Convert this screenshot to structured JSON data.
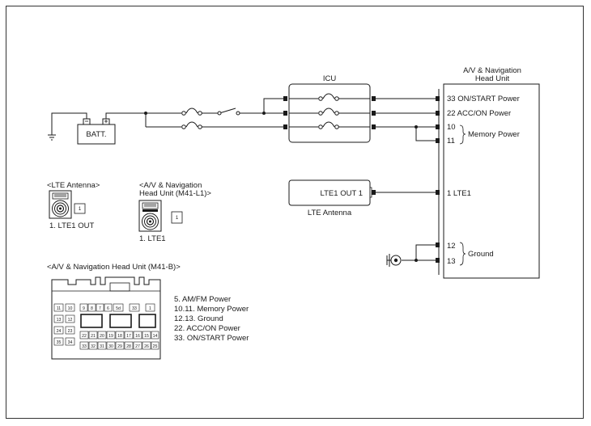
{
  "battery": {
    "label": "BATT."
  },
  "icu": {
    "label": "ICU"
  },
  "head_unit": {
    "title_line1": "A/V & Navigation",
    "title_line2": "Head Unit",
    "pins": {
      "p33": "33 ON/START Power",
      "p22": "22 ACC/ON Power",
      "p10": "10",
      "p11": "11",
      "memory": "Memory Power",
      "p1": "1 LTE1",
      "p12": "12",
      "p13": "13",
      "ground": "Ground"
    }
  },
  "lte_antenna": {
    "pin_label": "LTE1 OUT 1",
    "caption": "LTE Antenna"
  },
  "connectors": {
    "lte": {
      "title": "<LTE Antenna>",
      "pin": "1. LTE1 OUT",
      "num": "1"
    },
    "m41l1": {
      "title1": "<A/V & Navigation",
      "title2": "Head Unit (M41-L1)>",
      "pin": "1. LTE1",
      "num": "1"
    },
    "m41b": {
      "title": "<A/V & Navigation Head Unit (M41-B)>",
      "legend": [
        "5. AM/FM Power",
        "10.11. Memory Power",
        "12.13. Ground",
        "22. ACC/ON Power",
        "33. ON/START Power"
      ],
      "left_pins": [
        "11",
        "10",
        "13",
        "12",
        "24",
        "23",
        "35",
        "34"
      ],
      "top_pins": [
        "9",
        "8",
        "7",
        "6",
        "5d",
        "",
        "33",
        "1"
      ],
      "row2": [
        "22",
        "21",
        "20",
        "19",
        "18",
        "17",
        "16",
        "15",
        "14"
      ],
      "row3": [
        "33",
        "32",
        "31",
        "30",
        "29",
        "28",
        "27",
        "26",
        "25"
      ]
    }
  }
}
